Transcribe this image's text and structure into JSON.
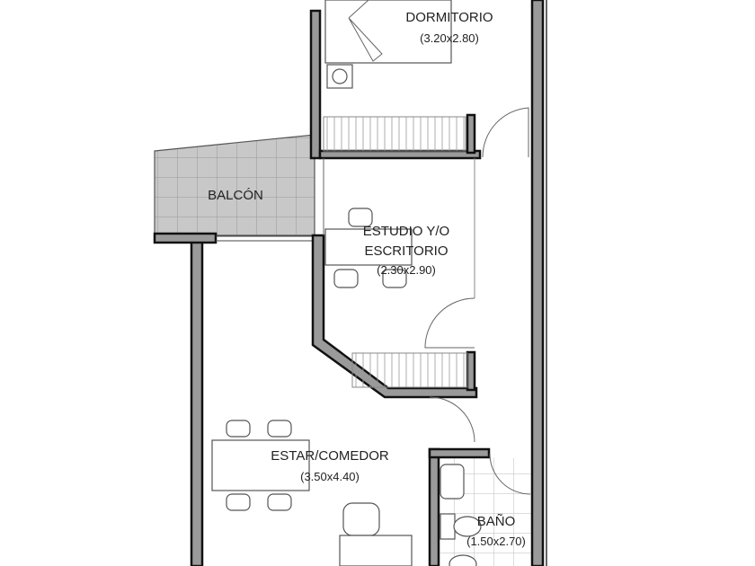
{
  "rooms": [
    {
      "name": "DORMITORIO",
      "size": "(3.20x2.80)"
    },
    {
      "name": "BALCÓN"
    },
    {
      "name": "ESTUDIO Y/O",
      "name2": "ESCRITORIO",
      "size": "(2.30x2.90)"
    },
    {
      "name": "ESTAR/COMEDOR",
      "size": "(3.50x4.40)"
    },
    {
      "name": "BAÑO",
      "size": "(1.50x2.70)"
    }
  ],
  "colors": {
    "wall": "#9a9a9a",
    "outline": "#111111",
    "balcony": "#c8c8c8"
  }
}
